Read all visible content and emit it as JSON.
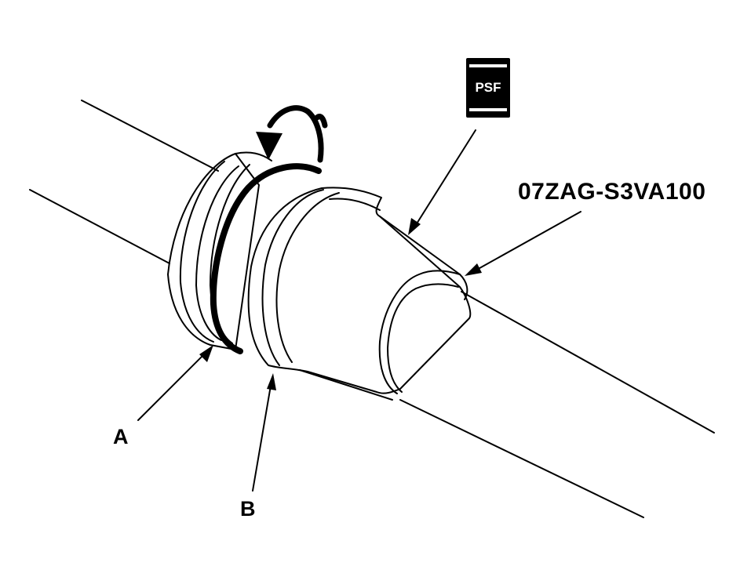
{
  "labels": {
    "part_number": "07ZAG-S3VA100",
    "callout_a": "A",
    "callout_b": "B",
    "psf_badge": "PSF"
  },
  "colors": {
    "ink": "#000000",
    "paper": "#ffffff"
  },
  "icons": {
    "psf_badge": "psf-fluid-container-icon",
    "rotation": "rotation-arrow-icon"
  }
}
